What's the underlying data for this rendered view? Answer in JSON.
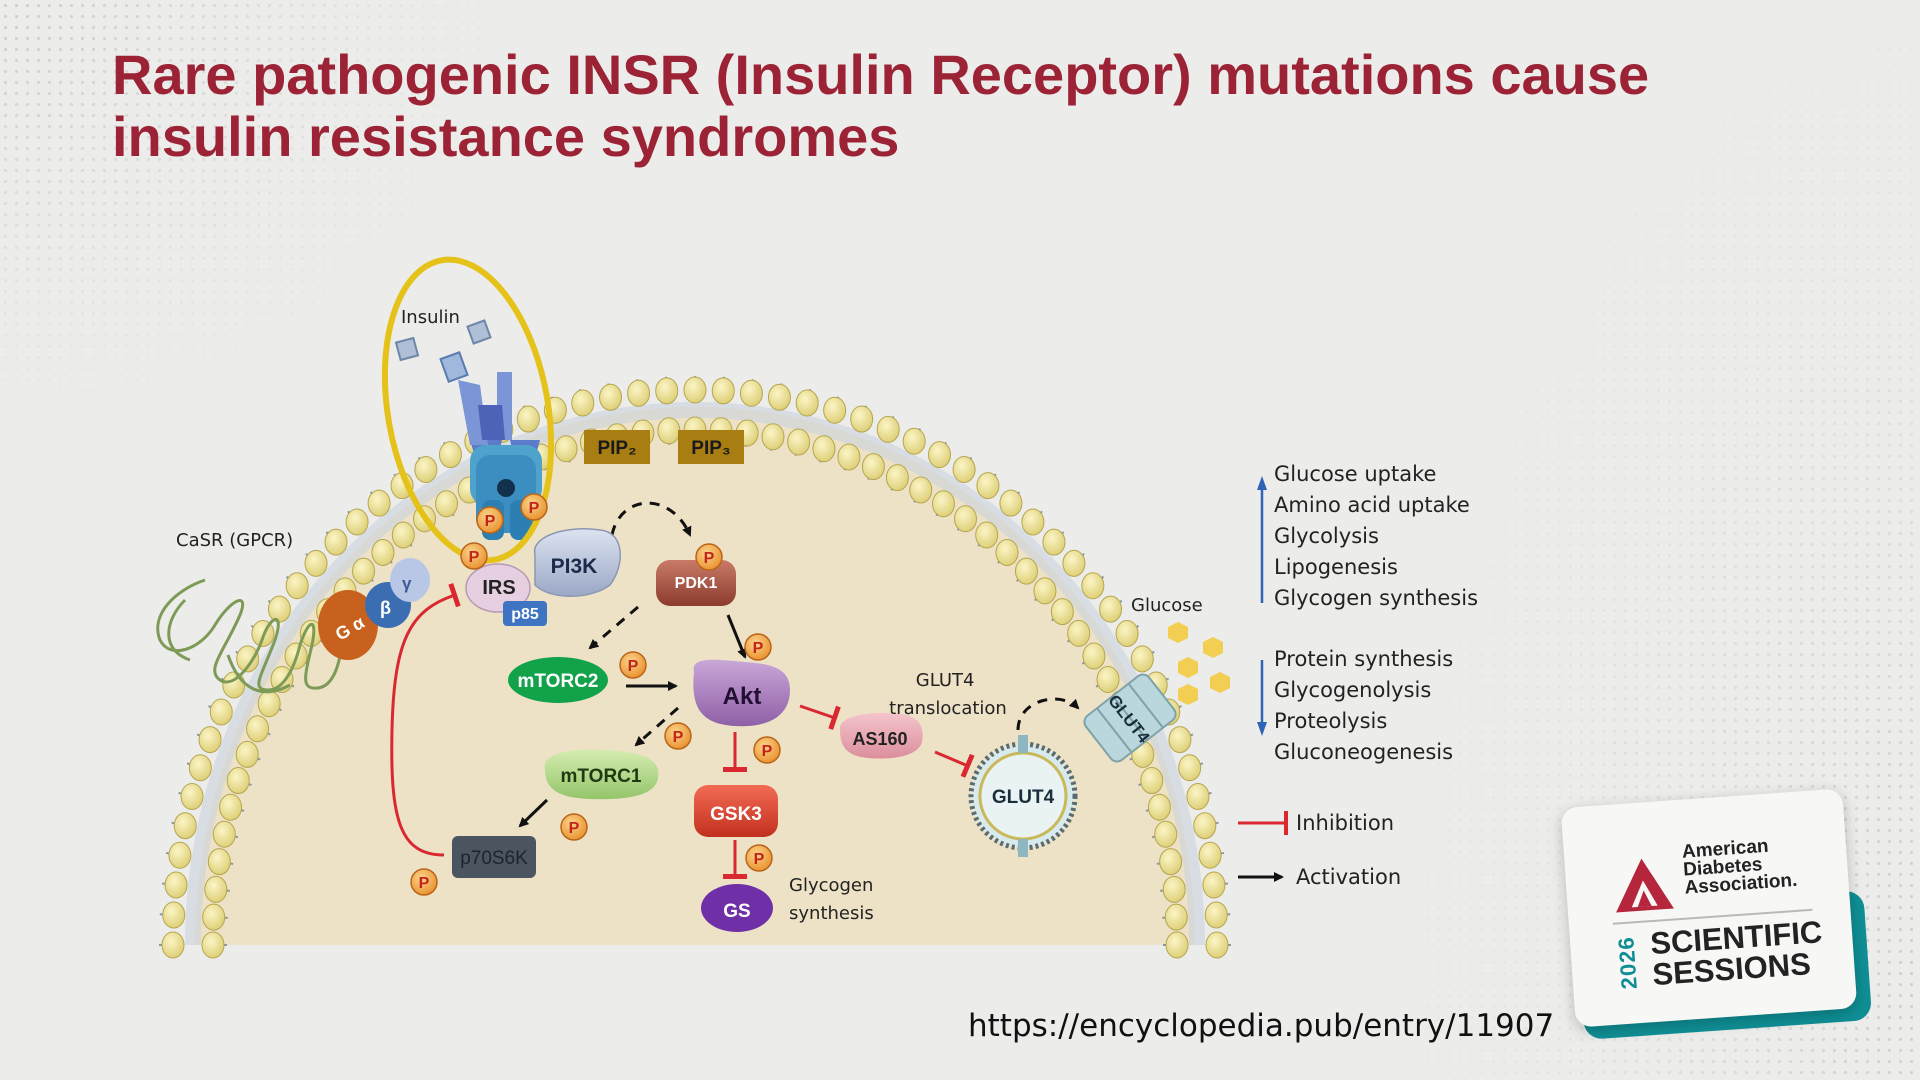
{
  "slide": {
    "title": "Rare pathogenic INSR (Insulin Receptor) mutations cause insulin resistance syndromes",
    "source_url": "https://encyclopedia.pub/entry/11907"
  },
  "diagram": {
    "labels": {
      "insulin": "Insulin",
      "casr": "CaSR (GPCR)",
      "pip2": "PIP₂",
      "pip3": "PIP₃",
      "pi3k": "PI3K",
      "irs": "IRS",
      "p85": "p85",
      "pdk1": "PDK1",
      "mtorc2": "mTORC2",
      "akt": "Akt",
      "mtorc1": "mTORC1",
      "p70s6k": "p70S6K",
      "gsk3": "GSK3",
      "gs": "GS",
      "as160": "AS160",
      "glut4_vesicle": "GLUT4",
      "glut4_membrane": "GLUT4",
      "glut4_translocation": [
        "GLUT4",
        "translocation"
      ],
      "glycogen_synthesis": [
        "Glycogen",
        "synthesis"
      ],
      "glucose": "Glucose",
      "phospho": "P",
      "g_alpha": "G α",
      "g_beta": "β",
      "g_gamma": "γ"
    },
    "effects_up": [
      "Glucose uptake",
      "Amino acid uptake",
      "Glycolysis",
      "Lipogenesis",
      "Glycogen synthesis"
    ],
    "effects_down": [
      "Protein synthesis",
      "Glycogenolysis",
      "Proteolysis",
      "Gluconeogenesis"
    ],
    "legend": {
      "inhibition": "Inhibition",
      "activation": "Activation"
    }
  },
  "badge": {
    "org": [
      "American",
      "Diabetes",
      "Association."
    ],
    "year": "2026",
    "event": [
      "SCIENTIFIC",
      "SESSIONS"
    ]
  },
  "colors": {
    "title": "#9b2335",
    "inhibition": "#d9282f",
    "activation": "#111111",
    "highlight": "#e5c21a",
    "accent_teal": "#0f8f95",
    "ada_red": "#b5253b"
  }
}
